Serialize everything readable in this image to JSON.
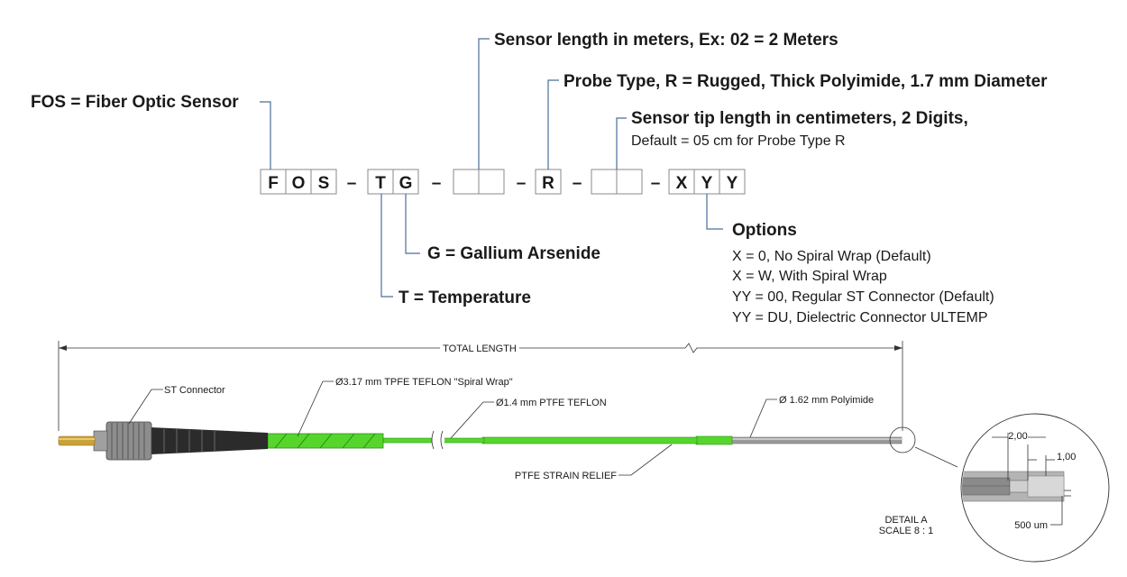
{
  "part_number": {
    "groups": [
      {
        "key": "fos",
        "chars": [
          "F",
          "O",
          "S"
        ]
      },
      {
        "key": "tg",
        "chars": [
          "T",
          "G"
        ]
      },
      {
        "key": "length",
        "chars": [
          "",
          ""
        ]
      },
      {
        "key": "probe",
        "chars": [
          "R"
        ]
      },
      {
        "key": "tip",
        "chars": [
          "",
          ""
        ]
      },
      {
        "key": "options",
        "chars": [
          "X",
          "Y",
          "Y"
        ]
      }
    ],
    "separator": "–"
  },
  "labels": {
    "fos": "FOS = Fiber Optic Sensor",
    "sensor_length": "Sensor length in meters, Ex: 02 = 2 Meters",
    "probe_type": "Probe Type, R = Rugged, Thick Polyimide, 1.7 mm Diameter",
    "tip_length": "Sensor tip length in centimeters, 2 Digits,",
    "tip_default": "Default = 05 cm for Probe Type R",
    "gallium": "G = Gallium Arsenide",
    "temperature": "T = Temperature",
    "options_title": "Options",
    "options": [
      "X = 0, No Spiral Wrap (Default)",
      "X = W, With Spiral Wrap",
      "YY = 00, Regular ST Connector (Default)",
      "YY = DU, Dielectric Connector ULTEMP"
    ]
  },
  "drawing": {
    "total_length": "TOTAL LENGTH",
    "st_connector": "ST Connector",
    "spiral_wrap": "Ø3.17 mm TPFE TEFLON \"Spiral Wrap\"",
    "ptfe_teflon": "Ø1.4 mm PTFE TEFLON",
    "polyimide": "Ø 1.62 mm Polyimide",
    "strain_relief": "PTFE STRAIN RELIEF",
    "detail_a": "DETAIL A",
    "scale": "SCALE 8 : 1",
    "dim_200": "2,00",
    "dim_100": "1,00",
    "dim_500um": "500 um"
  },
  "colors": {
    "leader": "#4a6f9a",
    "tubing_green": "#56d62c",
    "tubing_dark": "#2f8f1a",
    "connector_black": "#2b2b2b",
    "polyimide_gray": "#9a9a9a",
    "brass": "#c9a23a"
  }
}
